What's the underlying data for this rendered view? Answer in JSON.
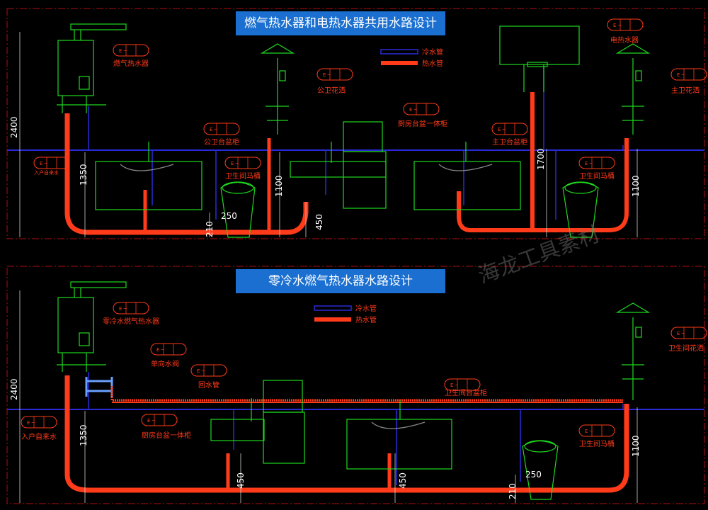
{
  "top": {
    "title": "燃气热水器和电热水器共用水路设计",
    "legend": {
      "cold": "冷水管",
      "hot": "热水管"
    },
    "labels": {
      "gas_heater": "燃气热水器",
      "electric_heater": "电热水器",
      "public_shower": "公卫花洒",
      "main_shower": "主卫花洒",
      "kitchen_cabinet": "厨房台盆一体柜",
      "public_basin": "公卫台盆柜",
      "main_basin": "主卫台盆柜",
      "toilet_left": "卫生间马桶",
      "toilet_right": "卫生间马桶",
      "inlet": "入户自来水"
    },
    "dims": {
      "d2400": "2400",
      "d1350": "1350",
      "d1100a": "1100",
      "d450": "450",
      "d250": "250",
      "d210": "210",
      "d1700": "1700",
      "d1100b": "1100"
    }
  },
  "bottom": {
    "title": "零冷水燃气热水器水路设计",
    "legend": {
      "cold": "冷水管",
      "hot": "热水管"
    },
    "labels": {
      "gas_heater": "零冷水燃气热水器",
      "check_valve": "单向水阀",
      "return_pipe": "回水管",
      "bath_basin": "卫生间台盆柜",
      "shower": "卫生间花洒",
      "kitchen_cabinet": "厨房台盆一体柜",
      "toilet": "卫生间马桶",
      "inlet": "入户自来水"
    },
    "dims": {
      "d2400": "2400",
      "d1350": "1350",
      "d450": "450",
      "d450b": "450",
      "d250": "250",
      "d210": "210",
      "d1100": "1100"
    }
  },
  "tag_text": "E   ─",
  "watermark": "海龙工具素材"
}
